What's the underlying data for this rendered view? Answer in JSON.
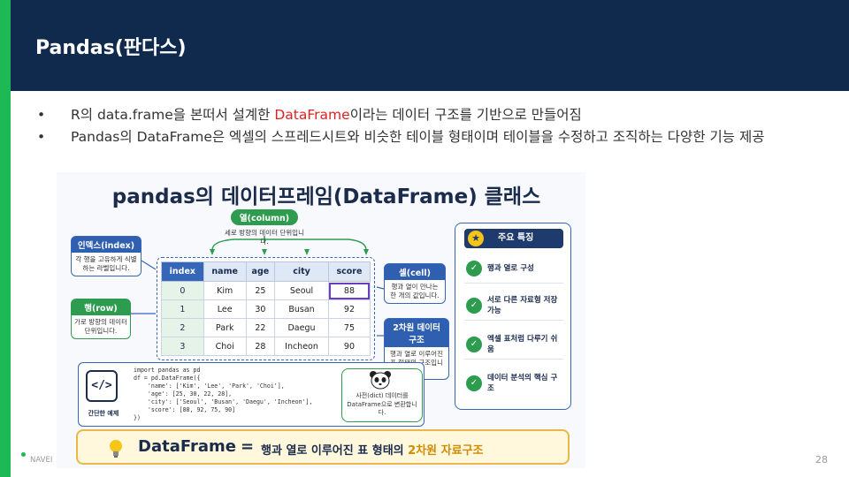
{
  "slide": {
    "title": "Pandas(판다스)",
    "bullet1_pre": "R의 data.frame을 본떠서 설계한 ",
    "bullet1_hl": "DataFrame",
    "bullet1_post": "이라는 데이터 구조를 기반으로 만들어짐",
    "bullet2": "Pandas의 DataFrame은 엑셀의 스프레드시트와 비슷한 테이블 형태이며 테이블을 수정하고 조직하는 다양한 기능 제공",
    "footer_left": "NAVEI",
    "page_number": "28"
  },
  "illustration": {
    "title": "pandas의 데이터프레임(DataFrame) 클래스",
    "column_callout": {
      "title": "열(column)",
      "desc": "세로 방향의 데이터 단위입니다."
    },
    "index_callout": {
      "title": "인덱스(index)",
      "desc": "각 행을 고유하게 식별하는 라벨입니다."
    },
    "row_callout": {
      "title": "행(row)",
      "desc": "가로 방향의 데이터 단위입니다."
    },
    "cell_callout": {
      "title": "셀(cell)",
      "desc": "행과 열이 만나는 한 개의 값입니다."
    },
    "twod_callout": {
      "title": "2차원 데이터 구조",
      "desc": "행과 열로 이루어진 표 형태의 구조입니다."
    },
    "table": {
      "headers": [
        "index",
        "name",
        "age",
        "city",
        "score"
      ],
      "rows": [
        [
          "0",
          "Kim",
          "25",
          "Seoul",
          "88"
        ],
        [
          "1",
          "Lee",
          "30",
          "Busan",
          "92"
        ],
        [
          "2",
          "Park",
          "22",
          "Daegu",
          "75"
        ],
        [
          "3",
          "Choi",
          "28",
          "Incheon",
          "90"
        ]
      ]
    },
    "code": {
      "label": "간단한 예제",
      "icon_glyph": "</>",
      "lines": [
        "import pandas as pd",
        "df = pd.DataFrame({",
        "    'name': ['Kim', 'Lee', 'Park', 'Choi'],",
        "    'age': [25, 30, 22, 28],",
        "    'city': ['Seoul', 'Busan', 'Daegu', 'Incheon'],",
        "    'score': [88, 92, 75, 90]",
        "})"
      ],
      "note": "사전(dict) 데이터를 DataFrame으로 변환합니다."
    },
    "features": {
      "title": "주요 특징",
      "items": [
        "행과 열로 구성",
        "서로 다른 자료형 저장 가능",
        "엑셀 표처럼 다루기 쉬움",
        "데이터 분석의 핵심 구조"
      ]
    },
    "banner": {
      "main": "DataFrame",
      "eq": "=",
      "sub_pre": "행과 열로 이루어진 표 형태의 ",
      "sub_hl": "2차원 자료구조"
    }
  },
  "colors": {
    "header_bg": "#0f2a4d",
    "accent_green": "#1db954",
    "highlight_red": "#e02020",
    "diagram_blue": "#3566b8"
  }
}
